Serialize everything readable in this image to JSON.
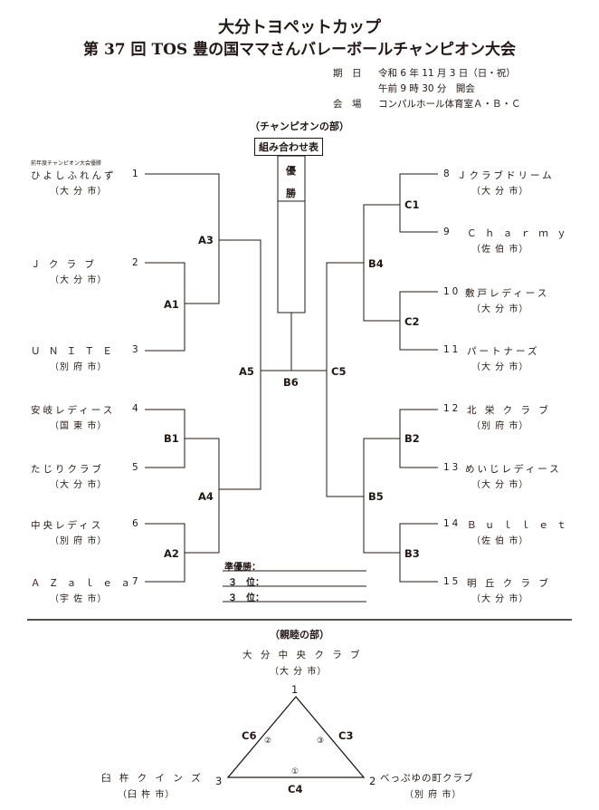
{
  "header": {
    "title": "大分トヨペットカップ",
    "subtitle": "第 37 回 TOS 豊の国ママさんバレーボールチャンピオン大会",
    "date_label": "期　日",
    "date_value": "令和 6 年 11 月 3 日（日・祝）",
    "time_value": "午前 9 時 30 分　開会",
    "venue_label": "会　場",
    "venue_value": "コンパルホール体育室Ａ・Ｂ・Ｃ"
  },
  "champion_section": {
    "heading": "（チャンピオンの部）",
    "pairing_label": "組み合わせ表",
    "winner_chars": [
      "優",
      "勝"
    ],
    "prev_champion_note": "前年度チャンピオン大会優勝",
    "left_teams": [
      {
        "name": "ひよしふれんず",
        "num": "1",
        "city": "（大 分 市）"
      },
      {
        "name": "Ｊ ク ラ ブ",
        "num": "2",
        "city": "（大 分 市）"
      },
      {
        "name": "Ｕ Ｎ Ｉ Ｔ Ｅ",
        "num": "3",
        "city": "（別 府 市）"
      },
      {
        "name": "安岐レディース",
        "num": "4",
        "city": "（国 東 市）"
      },
      {
        "name": "たじりクラブ",
        "num": "5",
        "city": "（大 分 市）"
      },
      {
        "name": "中央レディス",
        "num": "6",
        "city": "（別 府 市）"
      },
      {
        "name": "Ａ Ｚ ａ ｌ ｅ ａ",
        "num": "7",
        "city": "（宇 佐 市）"
      }
    ],
    "right_teams": [
      {
        "num": "8",
        "name": "Ｊクラブドリーム",
        "city": "（大 分 市）"
      },
      {
        "num": "9",
        "name": "Ｃ ｈ ａ ｒ ｍ ｙ",
        "city": "（佐 伯 市）"
      },
      {
        "num": "10",
        "name": "敷戸レディース",
        "city": "（大 分 市）"
      },
      {
        "num": "11",
        "name": "パートナーズ",
        "city": "（大 分 市）"
      },
      {
        "num": "12",
        "name": "北 栄 ク ラ ブ",
        "city": "（別 府 市）"
      },
      {
        "num": "13",
        "name": "めいじレディース",
        "city": "（大 分 市）"
      },
      {
        "num": "14",
        "name": "Ｂ ｕ ｌ ｌ ｅ ｔ",
        "city": "（佐 伯 市）"
      },
      {
        "num": "15",
        "name": "明 丘 ク ラ ブ",
        "city": "（大 分 市）"
      }
    ],
    "nodes": {
      "A1": "A1",
      "A2": "A2",
      "A3": "A3",
      "A4": "A4",
      "A5": "A5",
      "B1": "B1",
      "B2": "B2",
      "B3": "B3",
      "B4": "B4",
      "B5": "B5",
      "B6": "B6",
      "C1": "C1",
      "C2": "C2",
      "C5": "C5"
    },
    "results": [
      {
        "label": "準優勝："
      },
      {
        "label": "３　位："
      },
      {
        "label": "３　位："
      }
    ]
  },
  "friendship_section": {
    "heading": "（親睦の部）",
    "teams": [
      {
        "num": "1",
        "name": "大 分 中 央 ク ラ ブ",
        "city": "（大 分 市）"
      },
      {
        "num": "2",
        "name": "べっぷゆの町クラブ",
        "city": "（別 府 市）"
      },
      {
        "num": "3",
        "name": "臼 杵 ク イ ン ズ",
        "city": "（臼 杵 市）"
      }
    ],
    "edges": {
      "C6": "C6",
      "C3": "C3",
      "C4": "C4"
    },
    "matches": {
      "m1": "①",
      "m2": "②",
      "m3": "③"
    }
  }
}
